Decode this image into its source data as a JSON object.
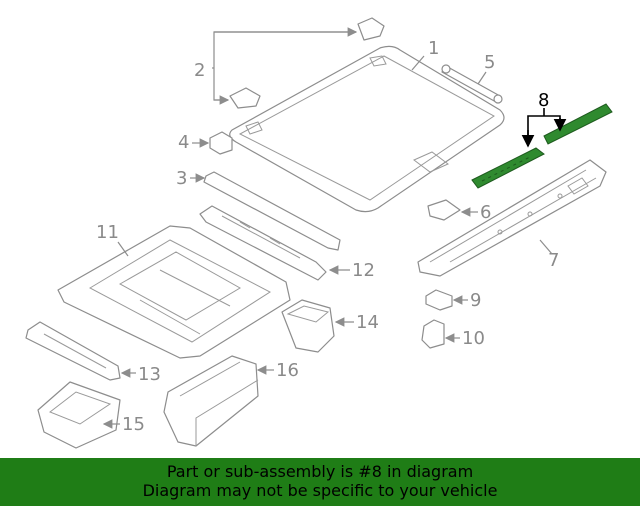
{
  "callouts": {
    "c1": "1",
    "c2": "2",
    "c3": "3",
    "c4": "4",
    "c5": "5",
    "c6": "6",
    "c7": "7",
    "c8": "8",
    "c9": "9",
    "c10": "10",
    "c11": "11",
    "c12": "12",
    "c13": "13",
    "c14": "14",
    "c15": "15",
    "c16": "16"
  },
  "highlight_color": "#2f8a2f",
  "banner": {
    "background": "#1f7d16",
    "line1": "Part or sub-assembly is #8 in diagram",
    "line2": "Diagram may not be specific to your vehicle"
  }
}
